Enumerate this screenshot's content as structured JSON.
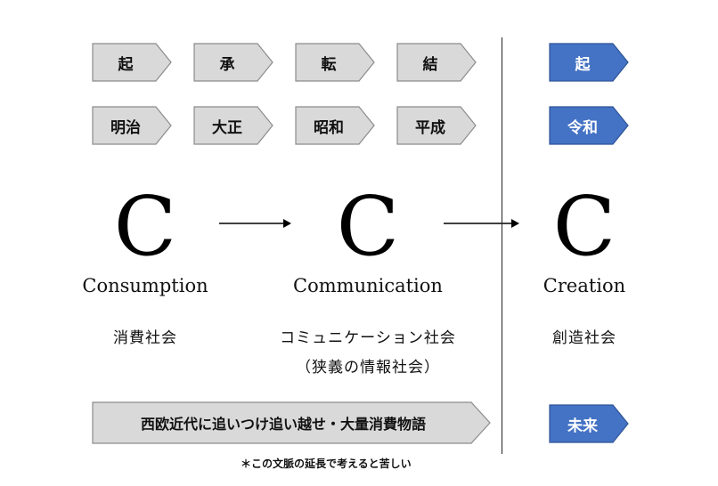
{
  "colors": {
    "gray_fill": "#d9d9d9",
    "gray_stroke": "#8c8c8c",
    "blue_fill": "#4472c4",
    "blue_stroke": "#2f5597"
  },
  "phases_row": [
    "起",
    "承",
    "転",
    "結"
  ],
  "eras_row": [
    "明治",
    "大正",
    "昭和",
    "平成"
  ],
  "future": {
    "phase": "起",
    "era": "令和",
    "label": "未来"
  },
  "stages": [
    {
      "letter": "C",
      "english": "Consumption",
      "japanese": "消費社会",
      "japanese_sub": ""
    },
    {
      "letter": "C",
      "english": "Communication",
      "japanese": "コミュニケーション社会",
      "japanese_sub": "（狭義の情報社会）"
    },
    {
      "letter": "C",
      "english": "Creation",
      "japanese": "創造社会",
      "japanese_sub": ""
    }
  ],
  "bottom_banner": "西欧近代に追いつけ追い越せ・大量消費物語",
  "note": "＊この文脈の延長で考えると苦しい"
}
